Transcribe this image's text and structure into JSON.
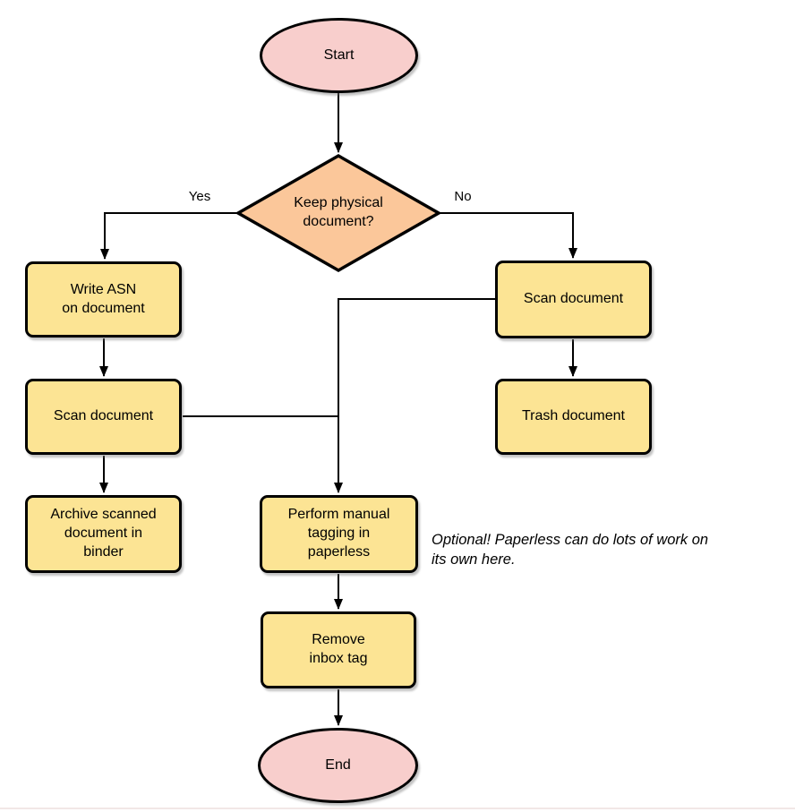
{
  "diagram": {
    "type": "flowchart",
    "colors": {
      "terminal_fill": "#F8CECC",
      "decision_fill": "#FBC79A",
      "process_fill": "#FCE494",
      "stroke": "#000000"
    },
    "nodes": {
      "start": {
        "label": "Start",
        "shape": "ellipse"
      },
      "decision_keep_physical": {
        "label": "Keep physical\ndocument?",
        "shape": "diamond"
      },
      "write_asn": {
        "label": "Write ASN\non document",
        "shape": "rounded-rect"
      },
      "scan_document_left": {
        "label": "Scan document",
        "shape": "rounded-rect"
      },
      "archive_in_binder": {
        "label": "Archive scanned\ndocument in\nbinder",
        "shape": "rounded-rect"
      },
      "scan_document_right": {
        "label": "Scan document",
        "shape": "rounded-rect"
      },
      "trash_document": {
        "label": "Trash document",
        "shape": "rounded-rect"
      },
      "manual_tagging": {
        "label": "Perform manual\ntagging in\npaperless",
        "shape": "rounded-rect"
      },
      "remove_inbox_tag": {
        "label": "Remove\ninbox tag",
        "shape": "rounded-rect"
      },
      "end": {
        "label": "End",
        "shape": "ellipse"
      }
    },
    "edge_labels": {
      "yes": "Yes",
      "no": "No"
    },
    "note": {
      "text": "Optional! Paperless can do lots of work on\nits own here."
    }
  }
}
